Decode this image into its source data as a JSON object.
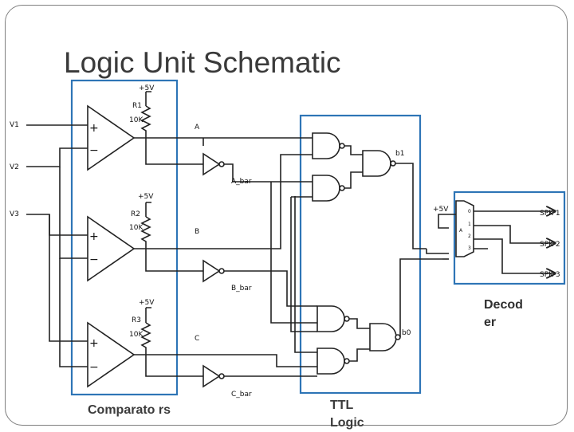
{
  "slide": {
    "title": "Logic Unit Schematic"
  },
  "groups": {
    "comparators": {
      "caption": "Comparato rs",
      "color": "#2e75b6"
    },
    "ttl_logic": {
      "caption": "TTL Logic",
      "color": "#2e75b6"
    },
    "decoder": {
      "caption": "Decod er",
      "color": "#2e75b6"
    }
  },
  "labels": {
    "v1": "V1",
    "v2": "V2",
    "v3": "V3",
    "p5v_1": "+5V",
    "p5v_2": "+5V",
    "p5v_3": "+5V",
    "p5v_dec": "+5V",
    "r1": "R1",
    "r2": "R2",
    "r3": "R3",
    "r1_val": "10K",
    "r2_val": "10K",
    "r3_val": "10K",
    "plus": "+",
    "minus": "−",
    "a": "A",
    "a_bar": "A_bar",
    "b": "B",
    "b_bar": "B_bar",
    "c": "C",
    "c_bar": "C_bar",
    "b1": "b1",
    "b0": "b0",
    "spk1": "SPK 1",
    "spk2": "SPK 2",
    "spk3": "SPK 3",
    "dec_out0": "0",
    "dec_out1": "1",
    "dec_out2": "2",
    "dec_out3": "3",
    "dec_in_a": "A"
  }
}
